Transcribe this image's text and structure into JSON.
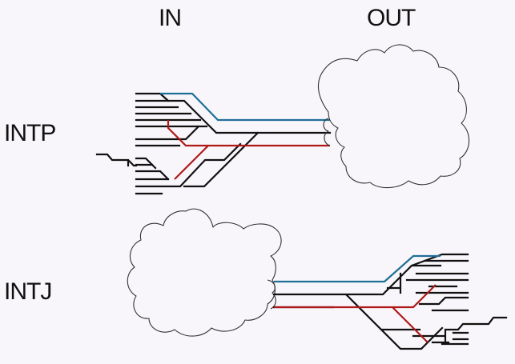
{
  "labels": {
    "in": "IN",
    "out": "OUT",
    "intp": "INTP",
    "intj": "INTJ"
  },
  "colors": {
    "background": "#f8f6fa",
    "line": "#111111",
    "blue": "#1f6f96",
    "red": "#b01818",
    "cloud": "#333333"
  }
}
